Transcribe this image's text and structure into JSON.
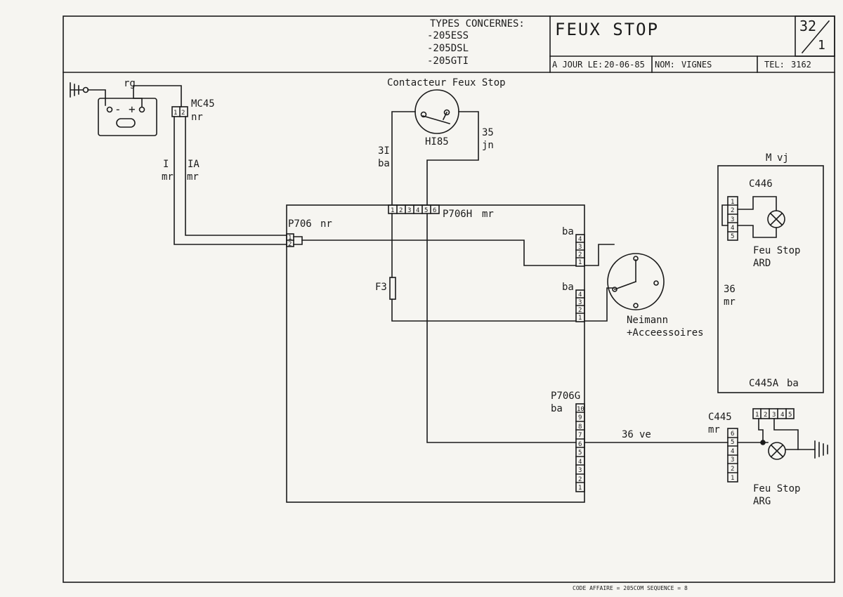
{
  "title_block": {
    "types_header": "TYPES CONCERNES:",
    "types": [
      "-205ESS",
      "-205DSL",
      "-205GTI"
    ],
    "title": "FEUX STOP",
    "sheet_num": "32",
    "sheet_sub": "1",
    "date_label": "A JOUR LE:",
    "date_value": "20-06-85",
    "name_label": "NOM:",
    "name_value": "VIGNES",
    "tel_label": "TEL:",
    "tel_value": "3162"
  },
  "footer": "CODE AFFAIRE = 205COM SEQUENCE = 8",
  "battery": {
    "wire_color": "rg",
    "neg": "-",
    "pos": "+"
  },
  "mc45": {
    "name": "MC45",
    "color": "nr",
    "pins": [
      "1",
      "2"
    ]
  },
  "wire_1": {
    "num": "I",
    "color": "mr"
  },
  "wire_1a": {
    "num": "IA",
    "color": "mr"
  },
  "switch": {
    "label": "Contacteur Feux Stop",
    "code": "HI85"
  },
  "wire_31": {
    "num": "3I",
    "color": "ba"
  },
  "wire_35": {
    "num": "35",
    "color": "jn"
  },
  "p706h": {
    "name": "P706H",
    "color": "mr",
    "pins": [
      "1",
      "2",
      "3",
      "4",
      "5",
      "6"
    ]
  },
  "p706": {
    "name": "P706",
    "color": "nr",
    "pins": [
      "1",
      "2"
    ]
  },
  "fuse": {
    "name": "F3"
  },
  "conn_right_upper": {
    "color": "ba",
    "pins": [
      "1",
      "2",
      "3",
      "4"
    ]
  },
  "conn_right_lower": {
    "color": "ba",
    "pins": [
      "1",
      "2",
      "3",
      "4"
    ]
  },
  "neiman": {
    "line1": "Neimann",
    "line2": "+Acceessoires"
  },
  "p706g": {
    "name": "P706G",
    "color": "ba",
    "pins": [
      "1",
      "2",
      "3",
      "4",
      "5",
      "6",
      "7",
      "8",
      "9",
      "10"
    ]
  },
  "wire_36ve": {
    "num": "36",
    "color": "ve"
  },
  "c445": {
    "name": "C445",
    "color": "mr",
    "pins": [
      "1",
      "2",
      "3",
      "4",
      "5",
      "6"
    ]
  },
  "rear_unit": {
    "name": "M",
    "color": "vj"
  },
  "c446": {
    "name": "C446",
    "pins": [
      "1",
      "2",
      "3",
      "4",
      "5"
    ]
  },
  "c445a": {
    "name": "C445A",
    "color": "ba",
    "pins": [
      "1",
      "2",
      "3",
      "4",
      "5"
    ]
  },
  "wire_36mr": {
    "num": "36",
    "color": "mr"
  },
  "lamp_right": {
    "line1": "Feu Stop",
    "line2": "ARD"
  },
  "lamp_left": {
    "line1": "Feu Stop",
    "line2": "ARG"
  }
}
